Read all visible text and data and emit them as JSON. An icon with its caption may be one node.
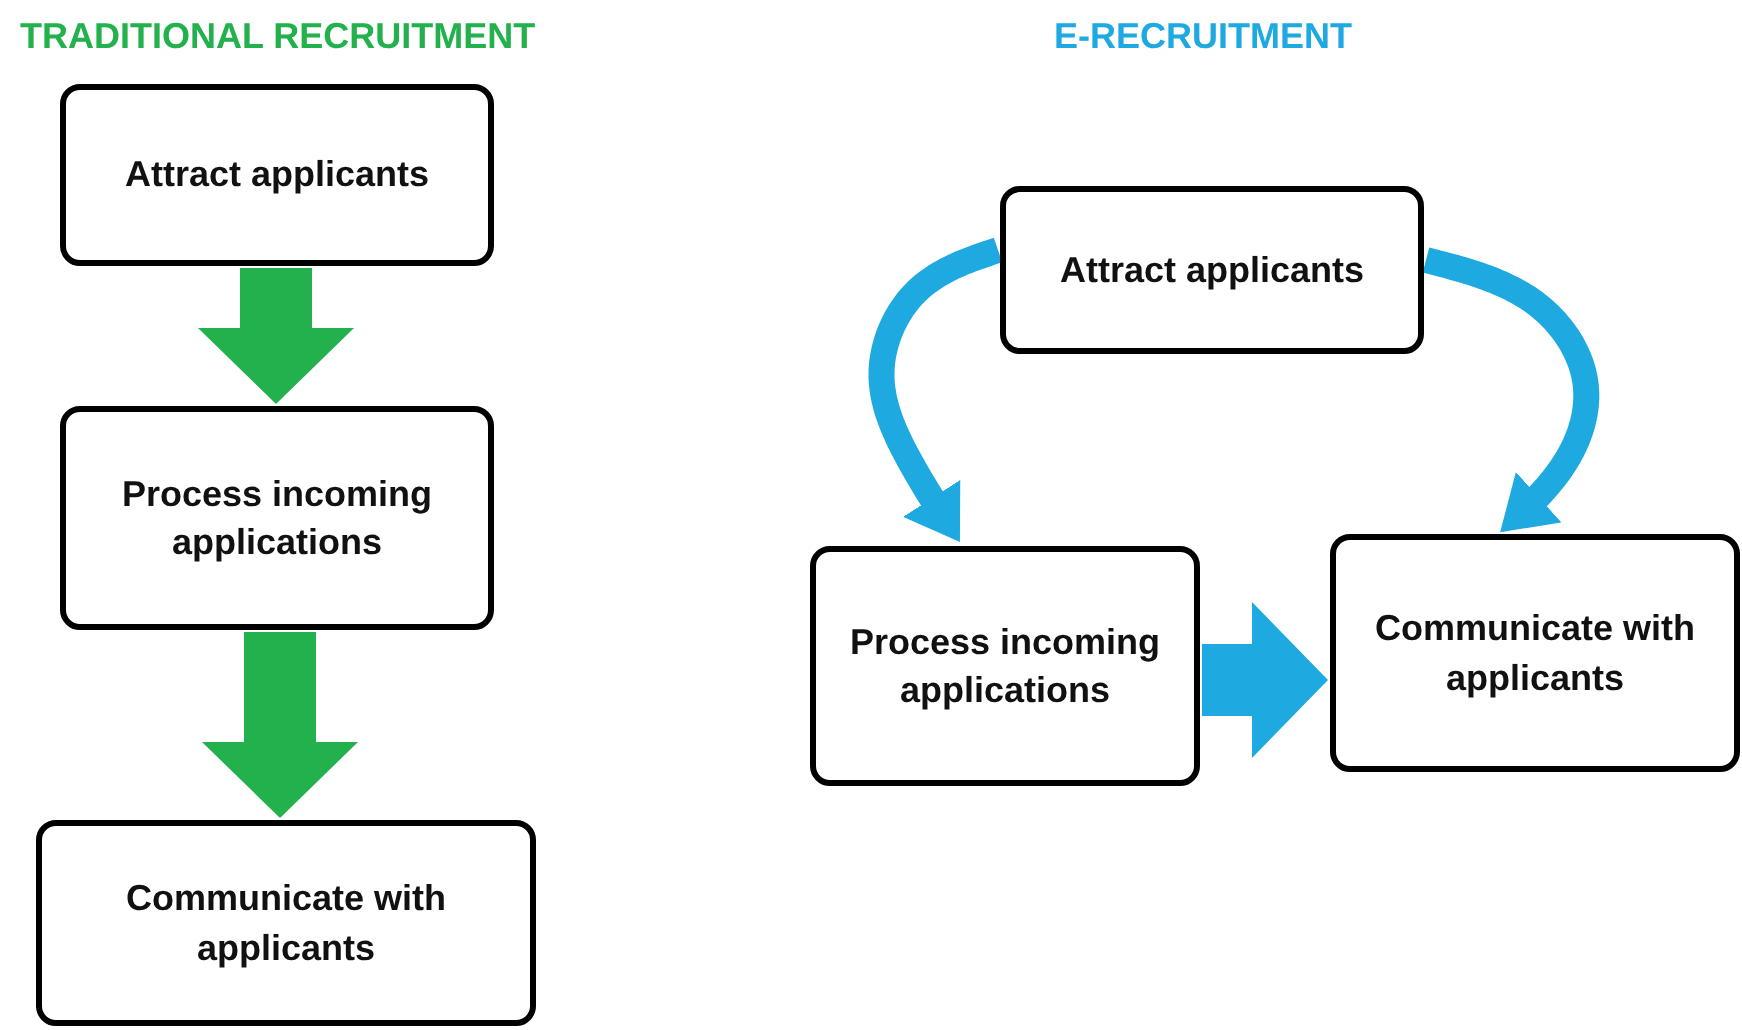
{
  "diagram": {
    "nodes": [
      {
        "text": [
          "Attract applicants"
        ]
      },
      {
        "text": [
          "Process incoming applications"
        ]
      },
      {
        "text": [
          "Communicate with applicants"
        ]
      },
      {
        "text": [
          "Attract applicants"
        ]
      },
      {
        "text": [
          "Process incoming applications"
        ]
      },
      {
        "text": [
          "Communicate with applicants"
        ]
      }
    ],
    "edges": [
      {
        "from": 0,
        "to": 1,
        "arrow": "to",
        "color": "#22b14c"
      },
      {
        "from": 1,
        "to": 2,
        "arrow": "to",
        "color": "#22b14c"
      },
      {
        "from": 3,
        "to": 4,
        "arrow": "to",
        "color": "#1fa9e1"
      },
      {
        "from": 3,
        "to": 5,
        "arrow": "to",
        "color": "#1fa9e1"
      },
      {
        "from": 4,
        "to": 5,
        "arrow": "to",
        "color": "#1fa9e1"
      }
    ],
    "labels": [
      "TRADITIONAL RECRUITMENT",
      "E-RECRUITMENT"
    ]
  }
}
